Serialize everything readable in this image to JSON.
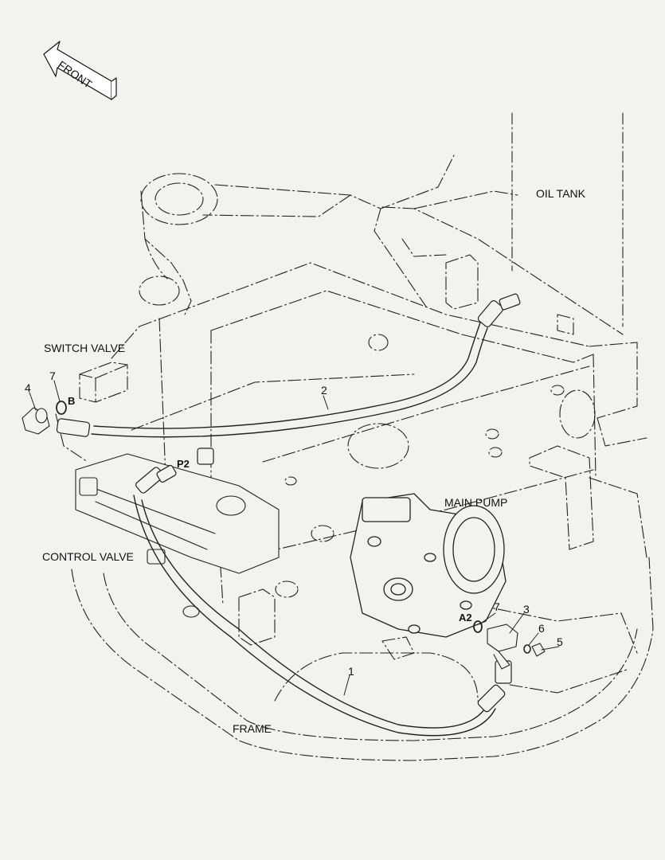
{
  "orientation": {
    "front_label": "FRONT",
    "icon": "front-arrow-icon"
  },
  "components": {
    "oil_tank": "OIL TANK",
    "switch_valve": "SWITCH VALVE",
    "control_valve": "CONTROL VALVE",
    "main_pump": "MAIN PUMP",
    "frame": "FRAME"
  },
  "ports": {
    "b": "B",
    "p2": "P2",
    "a2": "A2"
  },
  "callouts": {
    "hose_1": "1",
    "hose_2": "2",
    "elbow_3": "3",
    "fitting_4": "4",
    "plug_5": "5",
    "oring_6": "6",
    "oring_7_top": "7",
    "oring_7_bottom": "7"
  }
}
